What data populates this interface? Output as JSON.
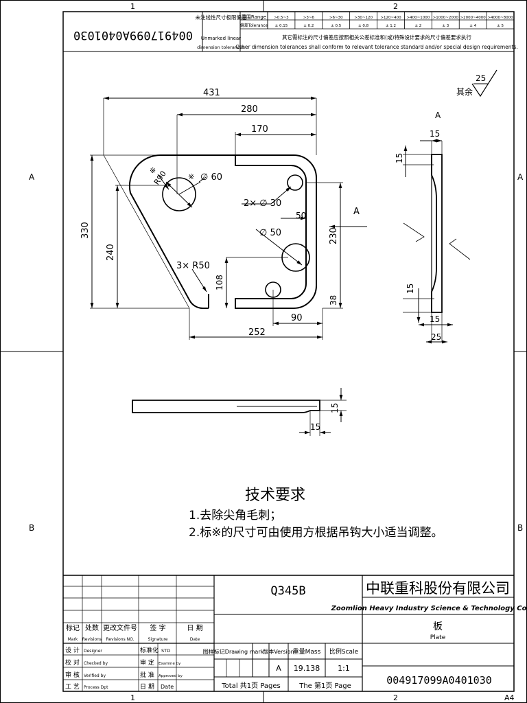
{
  "frame": {
    "zone_top": [
      "1",
      "2"
    ],
    "zone_bottom": [
      "1",
      "2"
    ],
    "zone_left": [
      "A",
      "B"
    ],
    "zone_right": [
      "A",
      "B"
    ]
  },
  "header": {
    "code_rotated": "004917099A0401030",
    "tol_title_cn": "未注线性尺寸极限偏差",
    "tol_title_en1": "Unmarked linear",
    "tol_title_en2": "dimension tolerances",
    "range_label": "范围Range",
    "tol_label": "偏差Tolerance",
    "ranges": [
      ">0.5~3",
      ">3~6",
      ">6~30",
      ">30~120",
      ">120~400",
      ">400~1000",
      ">1000~2000",
      ">2000~4000",
      ">4000~8000"
    ],
    "tolerances": [
      "± 0.15",
      "± 0.2",
      "± 0.5",
      "± 0.8",
      "± 1.2",
      "± 2",
      "± 3",
      "± 4",
      "± 5"
    ],
    "note_cn": "其它需标注的尺寸偏差应按照相关公差标准和(或)特殊设计要求的尺寸偏差要求执行",
    "note_en": "Other dimension tolerances shall conform to relevant tolerance standard and/or special design requirements."
  },
  "drawing": {
    "roughness_value": "25",
    "roughness_label": "其余",
    "dims": {
      "d431": "431",
      "d280": "280",
      "d170": "170",
      "r90": "R90",
      "star1": "※",
      "dia60": "∅ 60",
      "star2": "※",
      "holes30": "2× ∅ 30",
      "d50": "50",
      "dia50": "∅ 50",
      "d330": "330",
      "d240": "240",
      "r50": "3× R50",
      "d108": "108",
      "d230": "230",
      "d38": "38",
      "d90": "90",
      "d252": "252",
      "viewA_top": "A",
      "viewA_arrow": "A",
      "side15a": "15",
      "side15b": "15",
      "side15c": "15",
      "side15d": "15",
      "side25": "25",
      "bot15a": "15",
      "bot15b": "15"
    }
  },
  "tech_req": {
    "title": "技术要求",
    "item1": "1.去除尖角毛刺；",
    "item2": "2.标※的尺寸可由使用方根据吊钩大小适当调整。"
  },
  "title_block": {
    "material": "Q345B",
    "company_cn": "中联重科股份有限公司",
    "company_en": "Zoomlion Heavy Industry Science & Technology Co.,Ltd",
    "part_cn": "板",
    "part_en": "Plate",
    "rev_headers": [
      {
        "cn": "标记",
        "en": "Mark"
      },
      {
        "cn": "处数",
        "en": "Revisions"
      },
      {
        "cn": "更改文件号",
        "en": "Revisions NO."
      },
      {
        "cn": "签 字",
        "en": "Signature"
      },
      {
        "cn": "日 期",
        "en": "Date"
      }
    ],
    "roles_left": [
      {
        "cn": "设 计",
        "en": "Designer"
      },
      {
        "cn": "校 对",
        "en": "Checked by"
      },
      {
        "cn": "审 核",
        "en": "Verified by"
      },
      {
        "cn": "工 艺",
        "en": "Process Dpt"
      }
    ],
    "roles_right": [
      {
        "cn": "标准化",
        "en": "STD"
      },
      {
        "cn": "审 定",
        "en": "Examine by"
      },
      {
        "cn": "批 准",
        "en": "Approved by"
      },
      {
        "cn": "日 期",
        "en": "Date"
      }
    ],
    "drawing_mark_label": "图样标记Drawing mark",
    "version_label": "版本Version",
    "mass_label": "重量Mass",
    "scale_label": "比例Scale",
    "version": "A",
    "mass": "19.138",
    "scale": "1:1",
    "total_pages": "Total 共1页 Pages",
    "page": "The 第1页 Page",
    "drawing_no": "004917099A0401030",
    "sheet": "A4"
  }
}
